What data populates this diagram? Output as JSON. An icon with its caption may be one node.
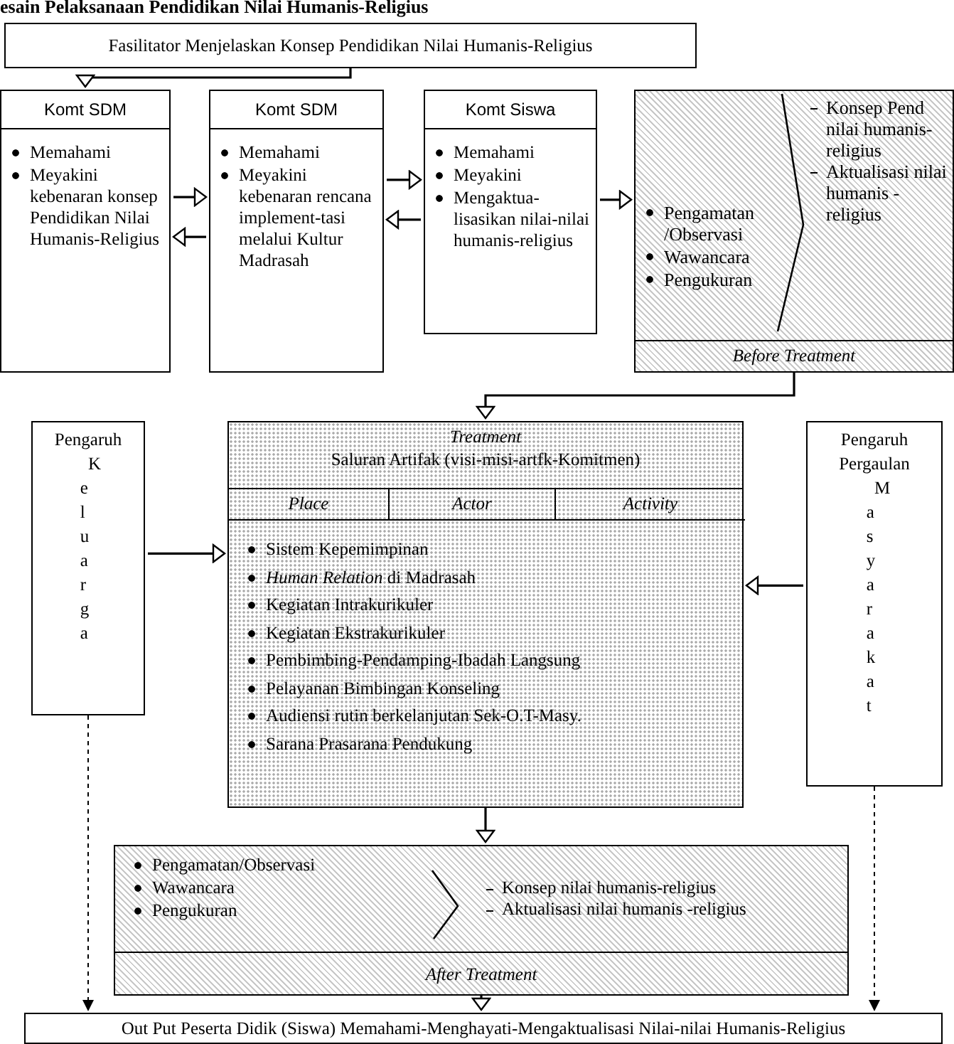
{
  "diagram": {
    "title": "esain Pelaksanaan Pendidikan Nilai Humanis-Religius",
    "nodes": [
      {
        "text": [
          "Fasilitator Menjelaskan Konsep Pendidikan Nilai Humanis-Religius"
        ]
      },
      {
        "text": [
          "Komt SDM",
          "Memahami",
          "Meyakini kebenaran konsep Pendidikan Nilai Humanis-Religius"
        ]
      },
      {
        "text": [
          "Komt SDM",
          "Memahami",
          "Meyakini kebenaran rencana implement-tasi melalui Kultur Madrasah"
        ]
      },
      {
        "text": [
          "Komt Siswa",
          "Memahami",
          "Meyakini",
          "Mengaktua-lisasikan nilai-nilai humanis-religius"
        ]
      },
      {
        "text": [
          "Pengamatan /Observasi",
          "Wawancara",
          "Pengukuran",
          "Konsep Pend nilai humanis-religius",
          "Aktualisasi nilai humanis - religius",
          "Before Treatment"
        ]
      },
      {
        "text": [
          "Pengaruh",
          "Keluarga"
        ]
      },
      {
        "text": [
          "Treatment",
          "Saluran Artifak (visi-misi-artfk-Komitmen)",
          "Place",
          "Actor",
          "Activity",
          "Sistem Kepemimpinan",
          "*Human Relation* di Madrasah",
          "Kegiatan Intrakurikuler",
          "Kegiatan Ekstrakurikuler",
          "Pembimbing-Pendamping-Ibadah Langsung",
          "Pelayanan Bimbingan Konseling",
          "Audiensi rutin berkelanjutan Sek-O.T-Masy.",
          "Sarana Prasarana Pendukung"
        ]
      },
      {
        "text": [
          "Pengaruh",
          "Pergaulan",
          "Masyarakat"
        ]
      },
      {
        "text": [
          "Pengamatan/Observasi",
          "Wawancara",
          "Pengukuran",
          "Konsep nilai humanis-religius",
          "Aktualisasi nilai humanis -religius",
          "After Treatment"
        ]
      },
      {
        "text": [
          "Out Put Peserta Didik (Siswa) Memahami-Menghayati-Mengaktualisasi Nilai-nilai Humanis-Religius"
        ]
      }
    ],
    "edges": [
      {
        "from": 0,
        "to": 1,
        "arrow": "to"
      },
      {
        "from": 1,
        "to": 2,
        "arrow": "to"
      },
      {
        "from": 2,
        "to": 1,
        "arrow": "to"
      },
      {
        "from": 2,
        "to": 3,
        "arrow": "to"
      },
      {
        "from": 3,
        "to": 2,
        "arrow": "to"
      },
      {
        "from": 3,
        "to": 4,
        "arrow": "to"
      },
      {
        "from": 4,
        "to": 6,
        "arrow": "to"
      },
      {
        "from": 5,
        "to": 6,
        "arrow": "to"
      },
      {
        "from": 7,
        "to": 6,
        "arrow": "to"
      },
      {
        "from": 6,
        "to": 8,
        "arrow": "to"
      },
      {
        "from": 8,
        "to": 9,
        "arrow": "to"
      },
      {
        "from": 5,
        "to": 9,
        "arrow": "to",
        "style": "dashed"
      },
      {
        "from": 7,
        "to": 9,
        "arrow": "to",
        "style": "dashed"
      }
    ]
  }
}
